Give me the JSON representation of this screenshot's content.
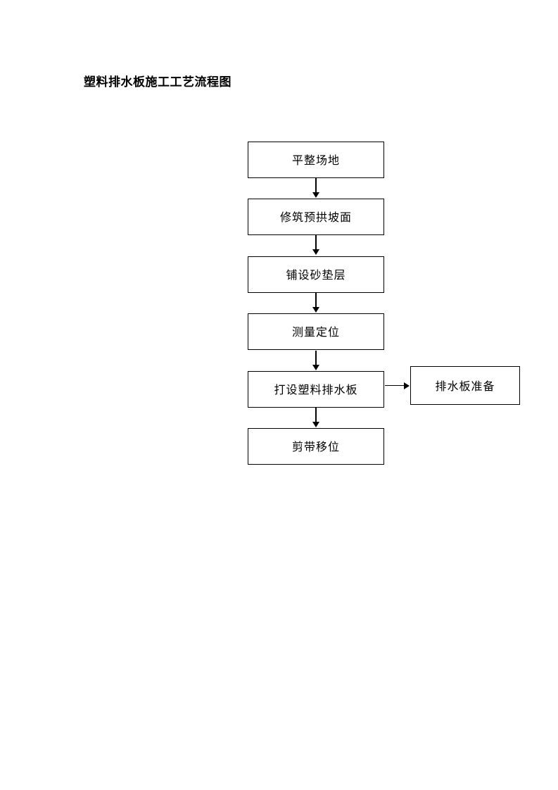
{
  "document": {
    "title": "塑料排水板施工工艺流程图"
  },
  "flowchart": {
    "steps": [
      {
        "label": "平整场地"
      },
      {
        "label": "修筑预拱坡面"
      },
      {
        "label": "铺设砂垫层"
      },
      {
        "label": "测量定位"
      },
      {
        "label": "打设塑料排水板"
      },
      {
        "label": "剪带移位"
      }
    ],
    "side_step": {
      "label": "排水板准备"
    },
    "connections": [
      {
        "from": "平整场地",
        "to": "修筑预拱坡面",
        "type": "arrow-down"
      },
      {
        "from": "修筑预拱坡面",
        "to": "铺设砂垫层",
        "type": "arrow-down"
      },
      {
        "from": "铺设砂垫层",
        "to": "测量定位",
        "type": "arrow-down"
      },
      {
        "from": "测量定位",
        "to": "打设塑料排水板",
        "type": "arrow-down"
      },
      {
        "from": "打设塑料排水板",
        "to": "剪带移位",
        "type": "arrow-down"
      },
      {
        "from": "打设塑料排水板",
        "to": "排水板准备",
        "type": "arrow-right"
      }
    ],
    "colors": {
      "border": "#000000",
      "text": "#000000",
      "background": "#ffffff"
    }
  }
}
